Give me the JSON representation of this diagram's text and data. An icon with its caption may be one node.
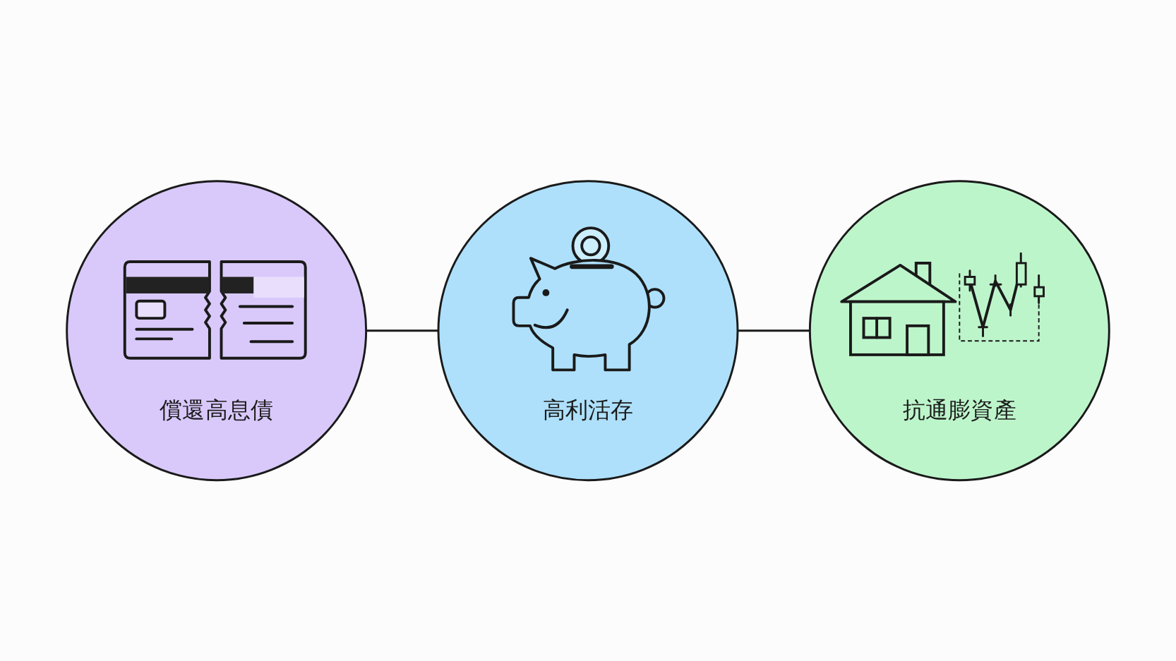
{
  "diagram": {
    "nodes": [
      {
        "text": [
          "償還高息債"
        ]
      },
      {
        "text": [
          "高利活存"
        ]
      },
      {
        "text": [
          "抗通膨資產"
        ]
      }
    ],
    "edges": [
      {
        "from": 0,
        "to": 1,
        "arrow": "none"
      },
      {
        "from": 1,
        "to": 2,
        "arrow": "none"
      }
    ]
  }
}
